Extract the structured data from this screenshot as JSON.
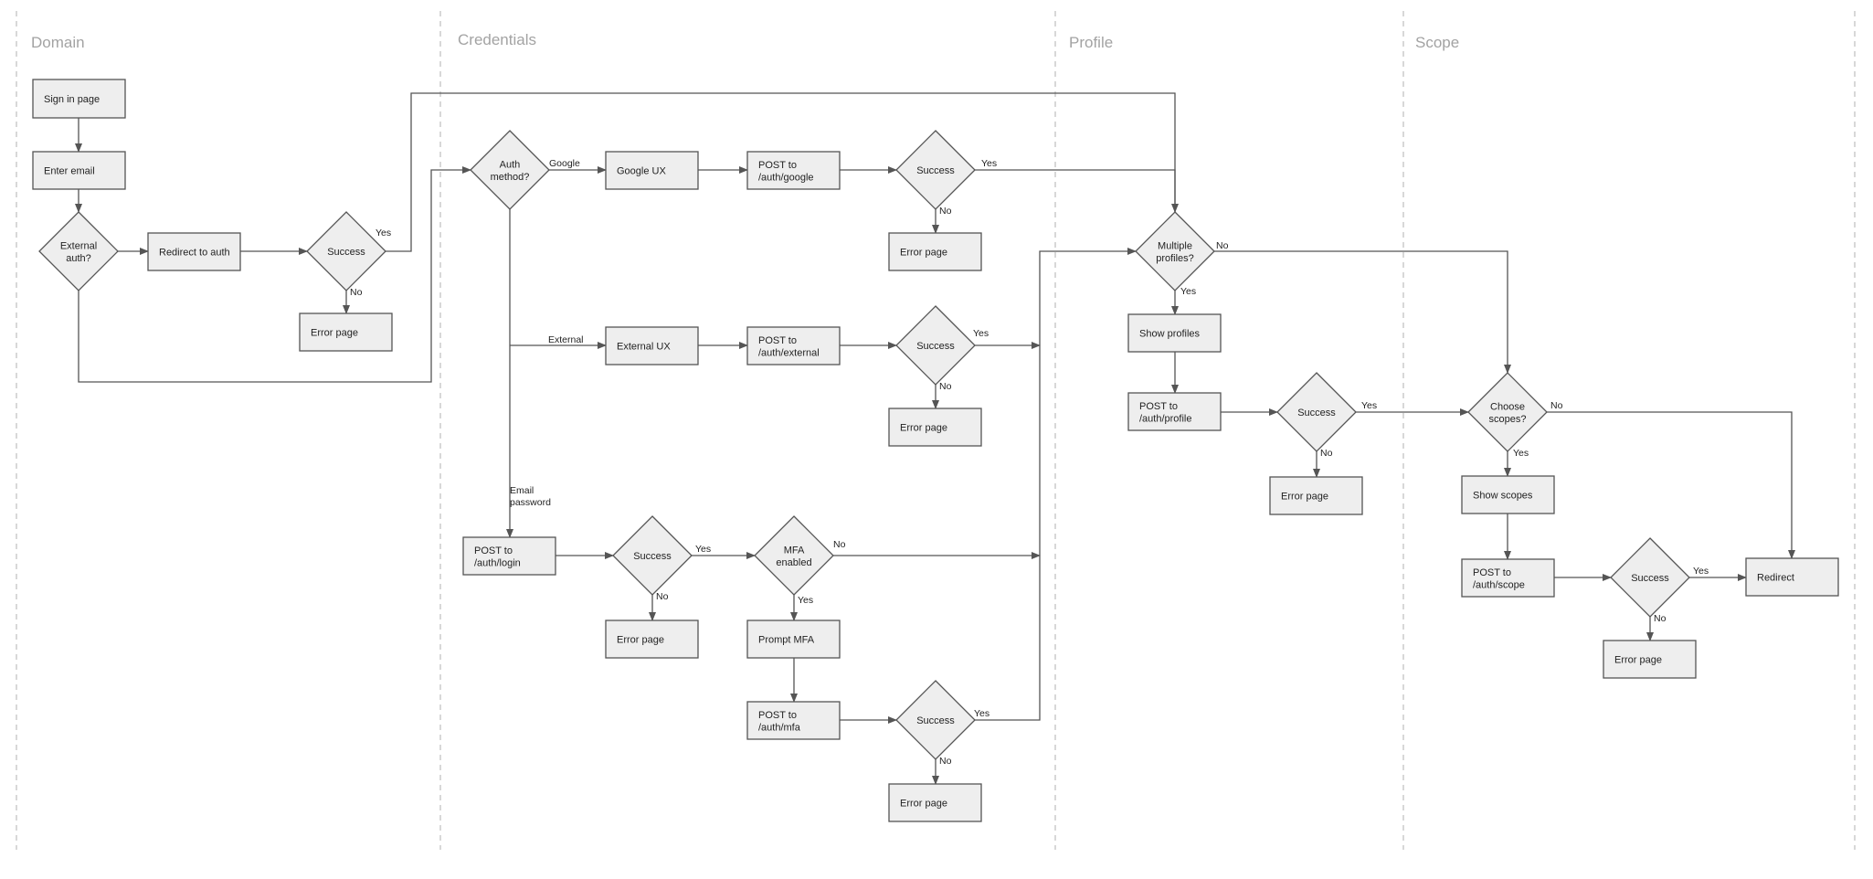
{
  "lanes": {
    "domain": "Domain",
    "credentials": "Credentials",
    "profile": "Profile",
    "scope": "Scope"
  },
  "nodes": {
    "sign_in_page": [
      "Sign in page"
    ],
    "enter_email": [
      "Enter email"
    ],
    "external_auth": [
      "External",
      "auth?"
    ],
    "redirect_to_auth": [
      "Redirect to auth"
    ],
    "domain_success": [
      "Success"
    ],
    "domain_error": [
      "Error page"
    ],
    "auth_method": [
      "Auth",
      "method?"
    ],
    "google_ux": [
      "Google UX"
    ],
    "post_auth_google": [
      "POST to",
      "/auth/google"
    ],
    "google_success": [
      "Success"
    ],
    "google_error": [
      "Error page"
    ],
    "external_ux": [
      "External UX"
    ],
    "post_auth_external": [
      "POST to",
      "/auth/external"
    ],
    "external_success": [
      "Success"
    ],
    "external_error": [
      "Error page"
    ],
    "post_auth_login": [
      "POST to",
      "/auth/login"
    ],
    "login_success": [
      "Success"
    ],
    "login_error": [
      "Error page"
    ],
    "mfa_enabled": [
      "MFA",
      "enabled"
    ],
    "prompt_mfa": [
      "Prompt MFA"
    ],
    "post_auth_mfa": [
      "POST to",
      "/auth/mfa"
    ],
    "mfa_success": [
      "Success"
    ],
    "mfa_error": [
      "Error page"
    ],
    "multiple_profiles": [
      "Multiple",
      "profiles?"
    ],
    "show_profiles": [
      "Show profiles"
    ],
    "post_auth_profile": [
      "POST to",
      "/auth/profile"
    ],
    "profile_success": [
      "Success"
    ],
    "profile_error": [
      "Error page"
    ],
    "choose_scopes": [
      "Choose",
      "scopes?"
    ],
    "show_scopes": [
      "Show scopes"
    ],
    "post_auth_scope": [
      "POST to",
      "/auth/scope"
    ],
    "scope_success": [
      "Success"
    ],
    "scope_error": [
      "Error page"
    ],
    "redirect": [
      "Redirect"
    ]
  },
  "edge_labels": {
    "domain_yes": "Yes",
    "domain_no": "No",
    "google": "Google",
    "external": "External",
    "email_password": [
      "Email",
      "password"
    ],
    "google_yes": "Yes",
    "google_no": "No",
    "external_yes": "Yes",
    "external_no": "No",
    "login_yes": "Yes",
    "login_no": "No",
    "mfa_no": "No",
    "mfa_yes": "Yes",
    "mfa_success_yes": "Yes",
    "mfa_success_no": "No",
    "profiles_no": "No",
    "profiles_yes": "Yes",
    "profile_yes": "Yes",
    "profile_no": "No",
    "scopes_no": "No",
    "scopes_yes": "Yes",
    "scope_yes": "Yes",
    "scope_no": "No"
  },
  "colors": {
    "node_fill": "#eeeeee",
    "stroke": "#555555",
    "lane_title": "#a3a3a3",
    "divider": "#bdbdbd"
  }
}
